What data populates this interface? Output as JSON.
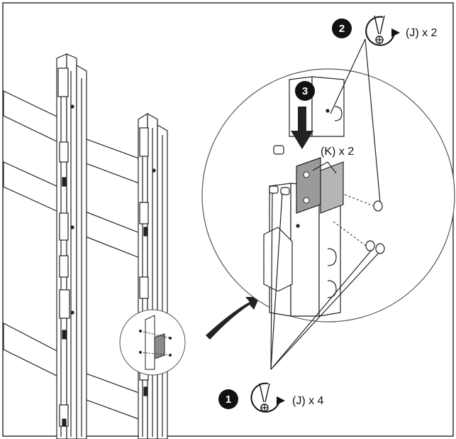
{
  "steps": [
    {
      "number": "1",
      "label": "(J) x 4"
    },
    {
      "number": "2",
      "label": "(J) x 2"
    },
    {
      "number": "3",
      "label": ""
    }
  ],
  "part_k_label": "(K) x 2",
  "colors": {
    "line": "#222222",
    "plate": "#9a9a9a",
    "badge": "#111111"
  },
  "icons": [
    "screwdriver-rotate-icon",
    "step-badge-icon",
    "curved-arrow-icon",
    "down-arrow-icon"
  ]
}
